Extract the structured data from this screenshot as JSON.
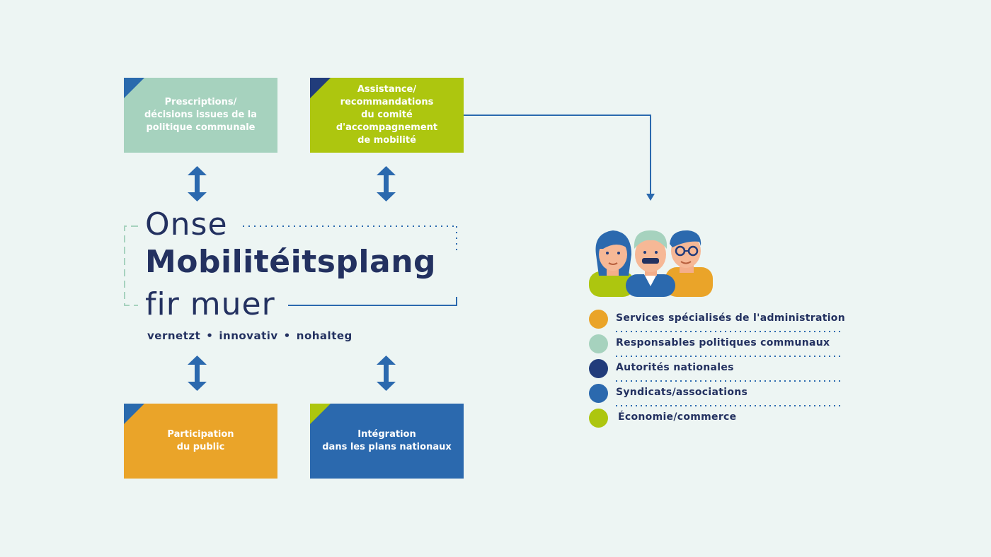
{
  "boxes": {
    "prescriptions": "Prescriptions/\ndécisions issues de la\npolitique communale",
    "assistance": "Assistance/\nrecommandations\ndu comité\nd'accompagnement\nde mobilité",
    "participation": "Participation\ndu public",
    "integration": "Intégration\ndans les plans nationaux"
  },
  "title": {
    "line1": "Onse",
    "line2": "Mobilitéitsplang",
    "line3": "fir muer",
    "tagline": [
      "vernetzt",
      "innovativ",
      "nohalteg"
    ],
    "separator": "•"
  },
  "legend": [
    {
      "label": "Services spécialisés de l'administration",
      "color": "#eaa429"
    },
    {
      "label": "Responsables politiques communaux",
      "color": "#a6d2be"
    },
    {
      "label": "Autorités nationales",
      "color": "#213c7b"
    },
    {
      "label": "Syndicats/associations",
      "color": "#2b69ae"
    },
    {
      "label": "Économie/commerce",
      "color": "#adc60f"
    }
  ],
  "icons": {
    "people": "people-group-icon",
    "arrows": "double-headed-arrow-icon"
  }
}
